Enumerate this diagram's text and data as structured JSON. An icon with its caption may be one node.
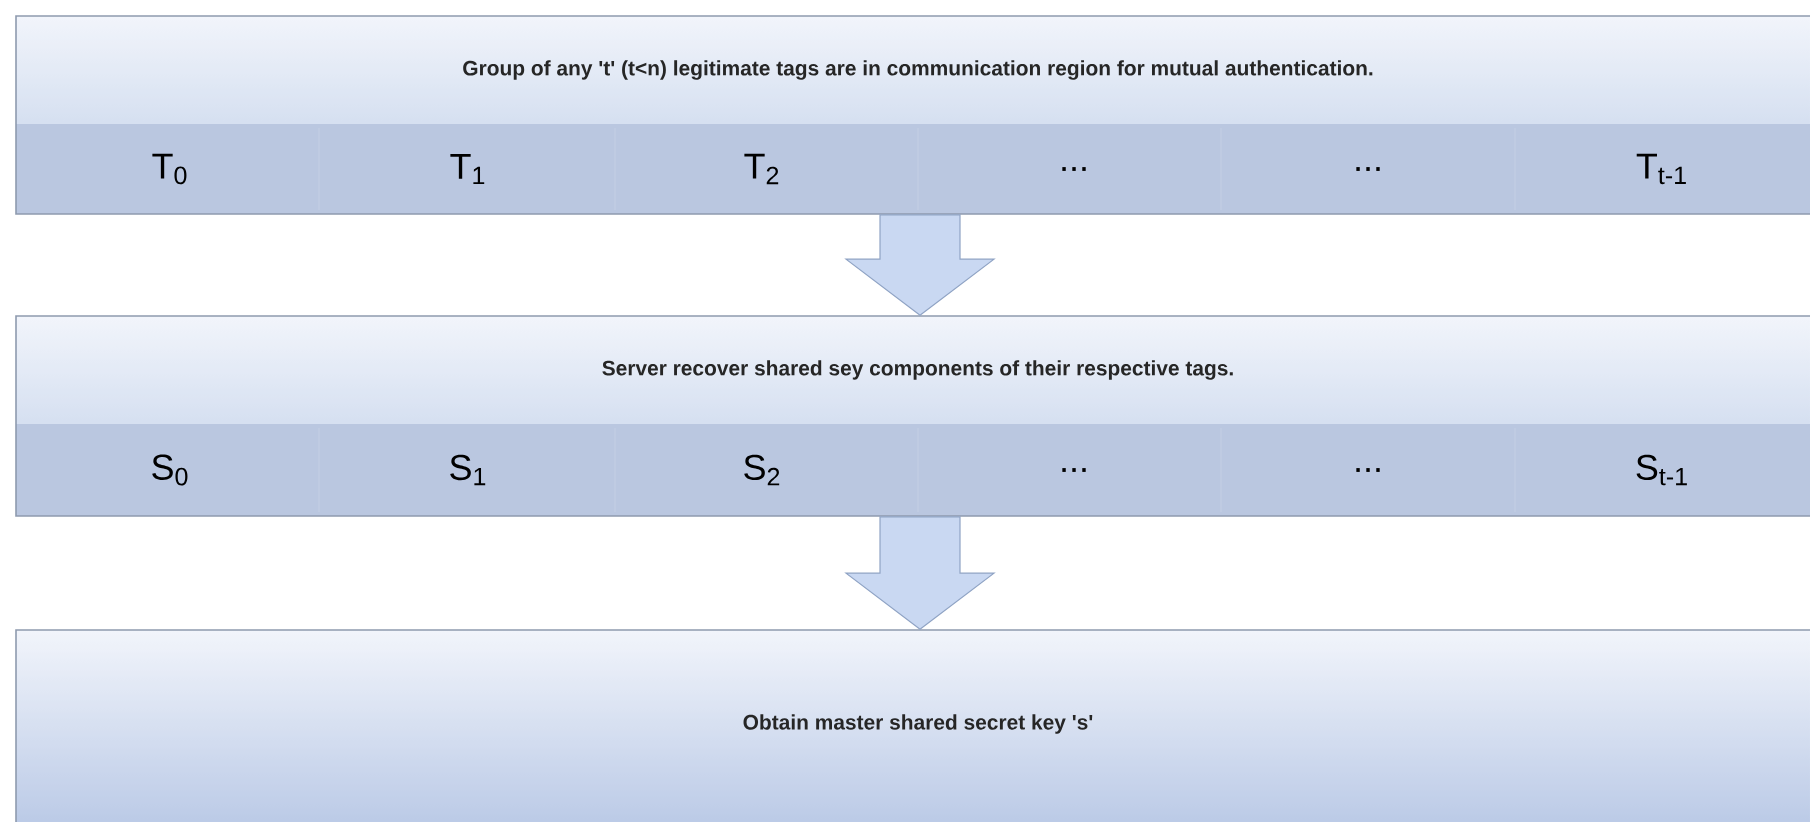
{
  "diagram": {
    "nodes": [
      {
        "text": [
          "Group of any 't' (t<n) legitimate tags are in communication  region for mutual authentication.",
          "T$_{0}$",
          "T$_{1}$",
          "T$_{2}$",
          "...",
          "...",
          "T$_{t-1}$"
        ]
      },
      {
        "text": [
          "Server recover shared sey components of their  respective tags.",
          "S$_{0}$",
          "S$_{1}$",
          "S$_{2}$",
          "...",
          "...",
          "S$_{t-1}$"
        ]
      },
      {
        "text": [
          "Obtain master shared secret key 's'"
        ]
      }
    ],
    "edges": [
      {
        "from": 0,
        "to": 1,
        "arrow": "to"
      },
      {
        "from": 1,
        "to": 2,
        "arrow": "to"
      }
    ]
  }
}
